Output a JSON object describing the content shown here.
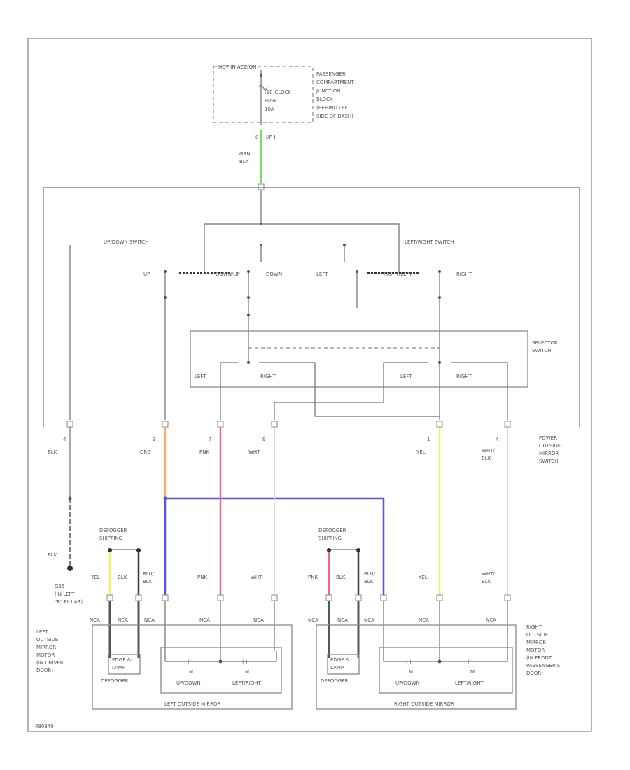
{
  "colors": {
    "grn_blk": "#7ddc5a",
    "org": "#f2b26b",
    "pnk": "#f0648c",
    "blu": "#5555ee",
    "yel": "#f2f25a",
    "wht": "#dcdcdc",
    "blk": "#3a3a3a"
  },
  "fuse": {
    "hot": "HOT IN ACC/ON",
    "fuse_lines": [
      "(10)CLOCK",
      "FUSE",
      "10A"
    ],
    "pjb_lines": [
      "PASSENGER",
      "COMPARTMENT",
      "JUNCTION",
      "BLOCK",
      "(BEHIND LEFT",
      "SIDE OF DASH)"
    ],
    "pin": "8",
    "connector": "I/P-J",
    "wire_color": "GRN\nBLK"
  },
  "switches": {
    "updown": "UP/DOWN SWITCH",
    "leftright": "LEFT/RIGHT SWITCH",
    "up": "UP",
    "up_inner": "DOWN/UP",
    "down": "DOWN",
    "left": "LEFT",
    "lr_inner": "RIGHT/LEFT",
    "right": "RIGHT",
    "selector": "SELECTOR\nSWITCH",
    "sel_left_1": "LEFT",
    "sel_right_1": "RIGHT",
    "sel_left_2": "LEFT",
    "sel_right_2": "RIGHT",
    "power_switch": "POWER\nOUTSIDE\nMIRROR\nSWITCH"
  },
  "wires": [
    {
      "pin": "4",
      "color": "BLK"
    },
    {
      "pin": "3",
      "color": "ORG"
    },
    {
      "pin": "7",
      "color": "PNK"
    },
    {
      "pin": "9",
      "color": "WHT"
    },
    {
      "pin": "1",
      "color": "YEL"
    },
    {
      "pin": "4",
      "color": "WHT/\nBLK"
    }
  ],
  "ground": {
    "wire": "BLK",
    "label": "G25\n(IN LEFT\n\"B\" PILLAR)"
  },
  "left_mirror": {
    "defogger": "DEFOGGER\nSHIPPING",
    "wire_labels": [
      "YEL",
      "BLK",
      "BLU/\nBLK",
      "PNK",
      "WHT"
    ],
    "conn_labels": [
      "NCA",
      "NCA",
      "NCA",
      "NCA",
      "NCA"
    ],
    "desc": "LEFT\nOUTSIDE\nMIRROR\nMOTOR\n(IN DRIVER\nDOOR)",
    "body_label": "DEFOGGER",
    "unit": "EDGE &\nLAMP",
    "motor1": "UP/DOWN",
    "motor2": "LEFT/RIGHT",
    "title": "LEFT OUTSIDE MIRROR"
  },
  "right_mirror": {
    "defogger": "DEFOGGER\nSHIPPING",
    "wire_labels": [
      "PNK",
      "BLK",
      "BLU/\nBLK",
      "YEL",
      "WHT/\nBLK"
    ],
    "conn_labels": [
      "NCA",
      "NCA",
      "NCA",
      "NCA",
      "NCA"
    ],
    "desc": "RIGHT\nOUTSIDE\nMIRROR\nMOTOR\n(IN FRONT\nPASSENGER'S\nDOOR)",
    "body_label": "DEFOGGER",
    "unit": "EDGE &\nLAMP",
    "motor1": "UP/DOWN",
    "motor2": "LEFT/RIGHT",
    "title": "RIGHT OUTSIDE MIRROR"
  },
  "motor_letter": "M",
  "footer": "480340"
}
